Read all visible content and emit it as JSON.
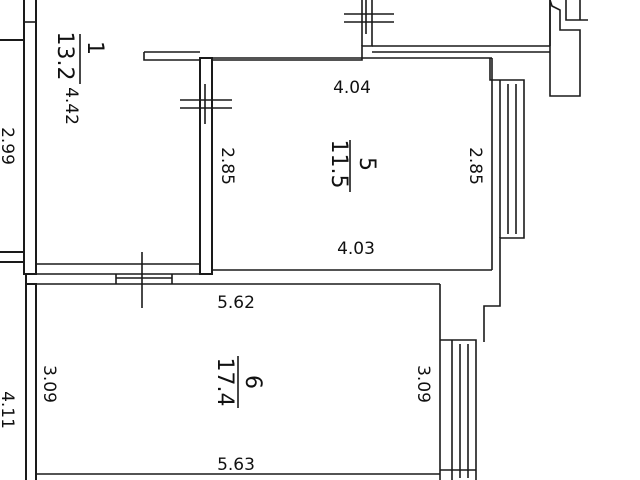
{
  "rooms": [
    {
      "number": "1",
      "area": "13.2",
      "dims": [
        "4.42"
      ]
    },
    {
      "number": "5",
      "area": "11.5",
      "dims": [
        "4.04",
        "4.03",
        "2.85",
        "2.85"
      ]
    },
    {
      "number": "6",
      "area": "17.4",
      "dims": [
        "5.62",
        "5.63",
        "3.09",
        "3.09"
      ]
    }
  ],
  "extra_dims": [
    "2.99",
    "4.11"
  ]
}
